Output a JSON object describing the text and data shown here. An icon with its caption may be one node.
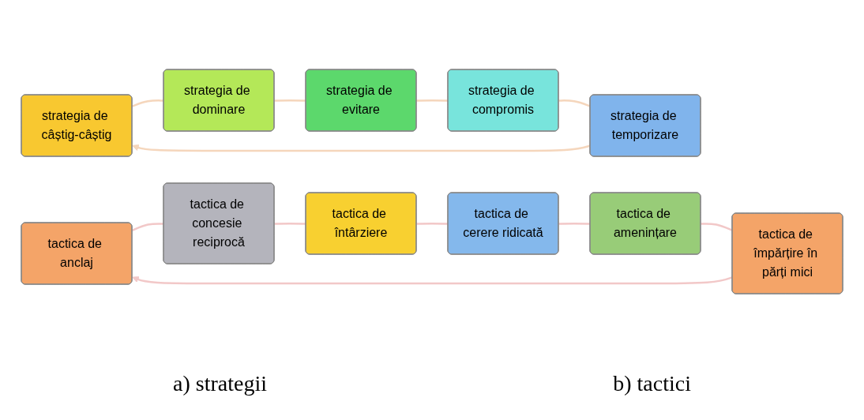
{
  "diagram": {
    "nodes": [
      {
        "text": [
          "strategia de câștig-câștig"
        ]
      },
      {
        "text": [
          "strategia de dominare"
        ]
      },
      {
        "text": [
          "strategia de evitare"
        ]
      },
      {
        "text": [
          "strategia de compromis"
        ]
      },
      {
        "text": [
          "strategia de temporizare"
        ]
      },
      {
        "text": [
          "tactica de anclaj"
        ]
      },
      {
        "text": [
          "tactica de concesie reciprocă"
        ]
      },
      {
        "text": [
          "tactica de întârziere"
        ]
      },
      {
        "text": [
          "tactica de cerere ridicată"
        ]
      },
      {
        "text": [
          "tactica de amenințare"
        ]
      },
      {
        "text": [
          "tactica de împărțire în părți mici"
        ]
      }
    ],
    "edges": [
      {
        "from": 0,
        "to": 1,
        "arrow": "none",
        "color": "#f5d6bc"
      },
      {
        "from": 1,
        "to": 2,
        "arrow": "none",
        "color": "#f5d6bc"
      },
      {
        "from": 2,
        "to": 3,
        "arrow": "none",
        "color": "#f5d6bc"
      },
      {
        "from": 3,
        "to": 4,
        "arrow": "none",
        "color": "#f5d6bc"
      },
      {
        "from": 4,
        "to": 0,
        "arrow": "to",
        "color": "#f5d6bc"
      },
      {
        "from": 5,
        "to": 6,
        "arrow": "none",
        "color": "#f2c8c8"
      },
      {
        "from": 6,
        "to": 7,
        "arrow": "none",
        "color": "#f2c8c8"
      },
      {
        "from": 7,
        "to": 8,
        "arrow": "none",
        "color": "#f2c8c8"
      },
      {
        "from": 8,
        "to": 9,
        "arrow": "none",
        "color": "#f2c8c8"
      },
      {
        "from": 9,
        "to": 10,
        "arrow": "none",
        "color": "#f2c8c8"
      },
      {
        "from": 10,
        "to": 5,
        "arrow": "to",
        "color": "#f2c8c8"
      }
    ],
    "labels": [
      "a) strategii",
      "b) tactici"
    ]
  }
}
